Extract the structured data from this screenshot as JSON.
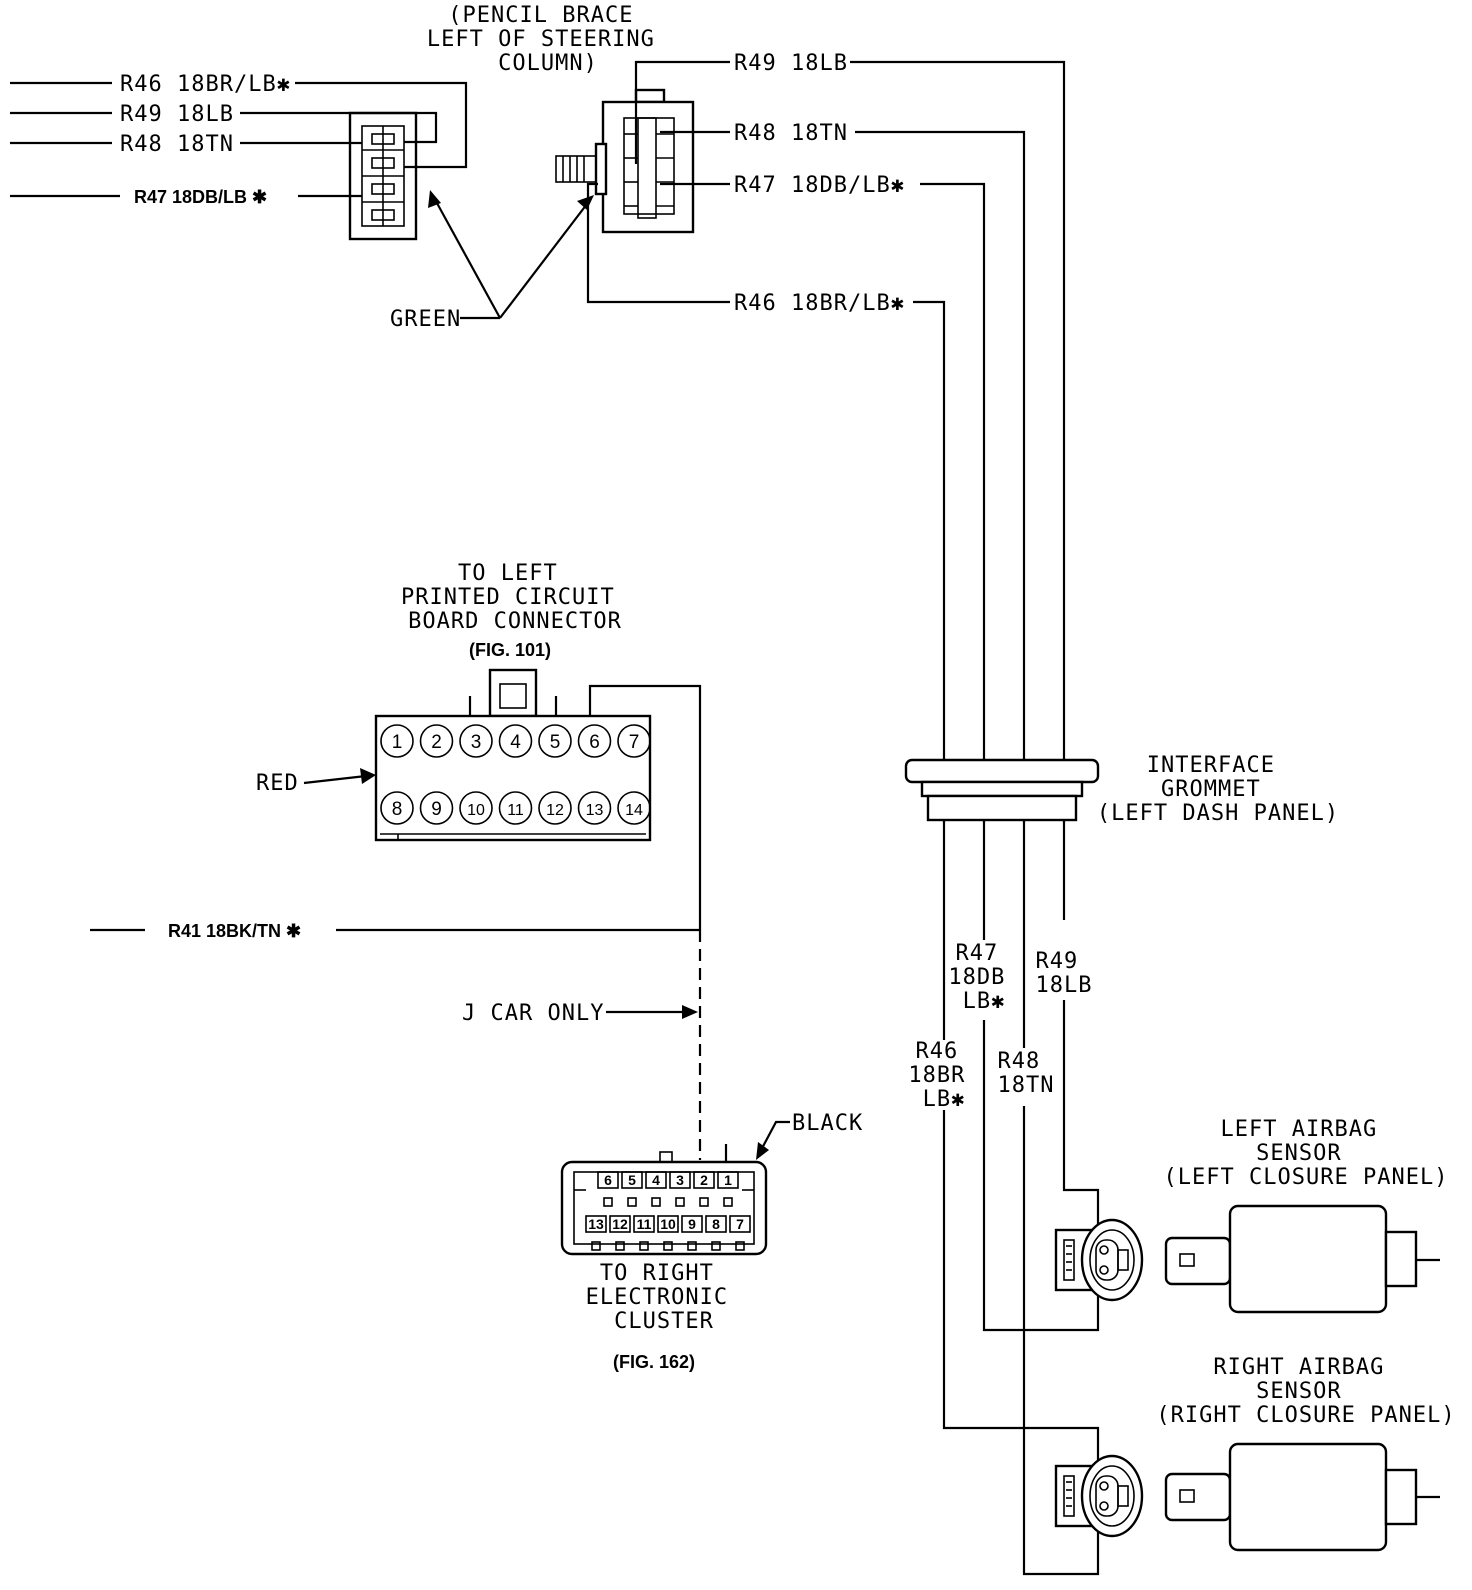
{
  "top_connector": {
    "location": "(PENCIL BRACE\nLEFT OF STEERING\nCOLUMN)",
    "left_wires": {
      "r46": "R46 18BR/LB✱",
      "r49": "R49 18LB",
      "r48": "R48 18TN",
      "r47": "R47 18DB/LB ✱"
    },
    "right_wires": {
      "r49": "R49 18LB",
      "r48": "R48 18TN",
      "r47": "R47 18DB/LB✱",
      "r46": "R46 18BR/LB✱"
    },
    "color_label": "GREEN"
  },
  "left_pcb_connector": {
    "title": "TO LEFT\nPRINTED CIRCUIT\nBOARD CONNECTOR",
    "fig": "(FIG. 101)",
    "color_label": "RED",
    "pins_top": [
      "1",
      "2",
      "3",
      "4",
      "5",
      "6",
      "7"
    ],
    "pins_bottom": [
      "8",
      "9",
      "10",
      "11",
      "12",
      "13",
      "14"
    ]
  },
  "r41_wire": "R41 18BK/TN ✱",
  "j_car_label": "J CAR ONLY",
  "cluster_connector": {
    "color_label": "BLACK",
    "pins_top": [
      "6",
      "5",
      "4",
      "3",
      "2",
      "1"
    ],
    "pins_bottom": [
      "13",
      "12",
      "11",
      "10",
      "9",
      "8",
      "7"
    ],
    "title": "TO RIGHT\nELECTRONIC\nCLUSTER",
    "fig": "(FIG. 162)"
  },
  "grommet": {
    "label": "INTERFACE\nGROMMET\n(LEFT DASH PANEL)"
  },
  "vertical_labels": {
    "r47": "R47\n18DB\nLB✱",
    "r49": "R49\n18LB",
    "r46": "R46\n18BR\nLB✱",
    "r48": "R48\n18TN"
  },
  "left_sensor": {
    "label": "LEFT AIRBAG\nSENSOR\n(LEFT CLOSURE PANEL)"
  },
  "right_sensor": {
    "label": "RIGHT AIRBAG\nSENSOR\n(RIGHT CLOSURE PANEL)"
  }
}
